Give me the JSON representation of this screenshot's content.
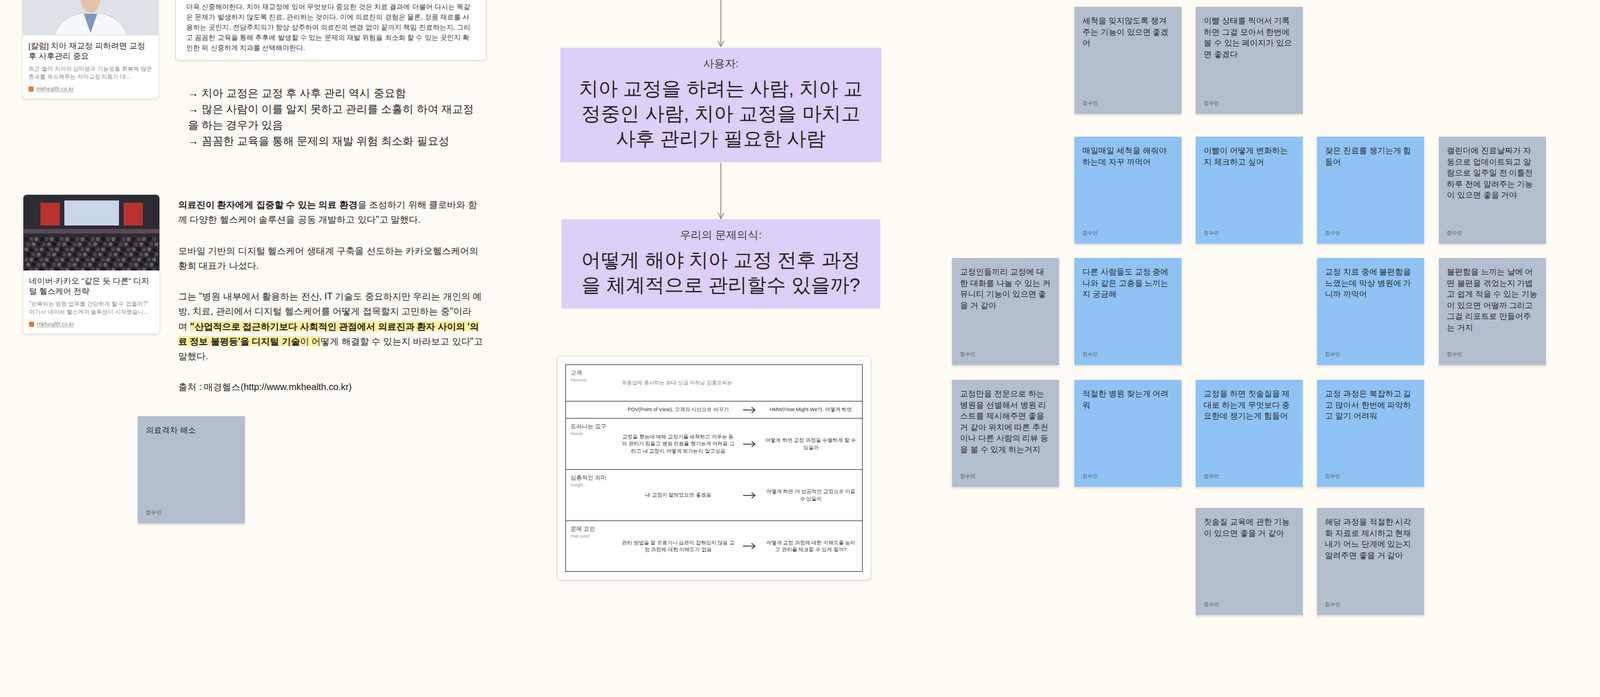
{
  "diagram": {
    "nodes": [
      {
        "text": [
          "[칼럼] 치아 재교정 피하려면 교정 후 사후관리 중요",
          "최근 들어 치아의 심미성과 기능성을 회복해 많은 효과를 유도해주는 치아교정 치료가 대...",
          "mkhealth.co.kr"
        ]
      },
      {
        "text": [
          "더욱 신중해야한다. 치아 재교정에 있어 무엇보다 중요한 것은 치료 결과에 더불어 다시는 똑같은 문제가 발생하지 않도록 진료, 관리하는 것이다. 이에 의료진의 경험은 물론, 정품 재료를 사용하는 곳인지, 전담주치의가 항상 상주하여 의료진의 변경 없이 끝까지 책임 진료하는지, 그리고 꼼꼼한 교육을 통해 추후에 발생할 수 있는 문제의 재발 위험을 최소화 할 수 있는 곳인지 확인한 뒤 신중하게 치과를 선택해야한다."
        ]
      },
      {
        "text": [
          "네이버-카카오 \"같은 듯 다른\" 디지털 헬스케어 전략",
          "\"반복되는 병원 업무를 간단하게 할 수 없을까?\" 여기서 네이버 헬스케어 솔루션이 시작됐습니...",
          "mkhealth.co.kr"
        ]
      },
      {
        "text": [
          "의료격차 해소",
          "정수민"
        ]
      },
      {
        "text": [
          "사용자:",
          "치아 교정을 하려는 사람, 치아 교정중인 사람, 치아 교정을 마치고 사후 관리가 필요한 사람"
        ]
      },
      {
        "text": [
          "우리의 문제의식:",
          "어떻게 해야 치아 교정 전후 과정을 체계적으로 관리할수 있을까?"
        ]
      },
      {
        "text": [
          "세척을 잊지않도록 챙겨주는 기능이 있으면 좋겠어",
          "정수민"
        ]
      },
      {
        "text": [
          "이빨 상태를 찍어서 기록하면 그걸 모아서 한번에 볼 수 있는 페이지가 있으면 좋겠다",
          "정수민"
        ]
      },
      {
        "text": [
          "매일매일 세척을 해줘야하는데 자꾸 까먹어",
          "정수민"
        ]
      },
      {
        "text": [
          "이빨이 어떻게 변화하는지 체크하고 싶어",
          "정수민"
        ]
      },
      {
        "text": [
          "잦은 진료를 챙기는게 힘들어",
          "정수민"
        ]
      },
      {
        "text": [
          "캘린더에 진료날짜가 자동으로 업데이트되고 알람으로 일주일 전 이틀전 하루 전에 알려주는 기능이 있으면 좋을 거야",
          "정수민"
        ]
      },
      {
        "text": [
          "교정인들끼리 교정에 대한 대화를 나눌 수 있는 커뮤니티 기능이 있으면 좋을 거 같아",
          "정수민"
        ]
      },
      {
        "text": [
          "다른 사람들도 교정 중에 나와 같은 고충을 느끼는지 궁금해",
          "정수민"
        ]
      },
      {
        "text": [
          "교정 치료 중에 불편함을 느꼈는데 막상 병원에 가니까 까먹어",
          "정수민"
        ]
      },
      {
        "text": [
          "불편함을 느끼는 날에 어떤 불편을 겪었는지 가볍고 쉽게 적을 수 있는 기능이 있으면 어떨까 그리고 그걸 리포트로 만들어주는 거지",
          "정수민"
        ]
      },
      {
        "text": [
          "교정만을 전문으로 하는 병원을 선별해서 병원 리스트를 제시해주면 좋을 거 같아 위치에 따른 추천이나 다른 사람의 리뷰 등을 볼 수 있게 하는거지",
          "정수민"
        ]
      },
      {
        "text": [
          "적절한 병원 찾는게 어려워",
          "정수민"
        ]
      },
      {
        "text": [
          "교정을 하면 칫솔질을 제대로 하는게 무엇보다 중요한데 챙기는게 힘들어",
          "정수민"
        ]
      },
      {
        "text": [
          "교정 과정은 복잡하고 길고 많아서 한번에 파악하고 알기 어려워",
          "정수민"
        ]
      },
      {
        "text": [
          "칫솔질 교육에 관한 기능이 있으면 좋을 거 같아",
          "정수민"
        ]
      },
      {
        "text": [
          "해당 과정을 적절한 시각화 자료로 제시하고 현재 내가 어느 단계에 있는지 알려주면 좋을 거 같아",
          "정수민"
        ]
      }
    ],
    "edges": [
      {
        "from": 4,
        "to": 5,
        "arrow": "to"
      }
    ],
    "labels": [
      "→ 치아 교정은 교정 후 사후 관리 역시 중요함",
      "→ 많은 사람이 이를 알지 못하고 관리를 소홀히 하여 재교정을 하는 경우가 있음",
      "→ 꼼꼼한 교육을 통해 문제의 재발 위험 최소화 필요성",
      "의료진이 환자에게 집중할 수 있는 의료 환경",
      "을 조성하기 위해 클로바와 함께 다양한 헬스케어 솔루션을 공동 개발하고 있다\"고 말했다.",
      "모바일 기반의 디지털 헬스케어 생태계 구축을 선도하는 카카오헬스케어의 황희 대표가 나섰다.",
      "그는 \"병원 내부에서 활용하는 전산, IT 기술도 중요하지만 우리는 개인의 예방, 치료, 관리에서 디지털 헬스케어를 어떻게 접목할지 고민하는 중\"이라며",
      "\"산업적으로 접근하기보다 사회적인 관점에서 의료진과 환자 사이의 '의료 정보 불평등'을 디지털 기술",
      "이 어",
      "떻게 해결할 수 있는지 바라보고 있다\"고 말했다.",
      "출처 : 매경헬스(http://www.mkhealth.co.kr)",
      "고객",
      "Persona",
      "유통업에 종사하는 30대 싱글 자취남 김홍모씨는",
      "POV(Point of View), 고객의 시선으로 바꾸기",
      "HMW(How Might We?), 어떻게 하면",
      "드러나는 요구",
      "Needs",
      "교정을 했는데 매해 교정기를 세척하고 끼우는 등의 관리가 힘들고 병원 진료를 챙기는게 어려움 그리고 내 교정이 어떻게 되가는지 알고싶음",
      "어떻게 하면 교정 과정을 수월하게 할 수 있을까",
      "심층적인 의미",
      "Insight",
      "내 교정이 잘되었으면 좋겠음",
      "어떻게 하면 더 성공적인 교정으로 이끌 수 있을까",
      "문제 요인",
      "Pain point",
      "관리 방법을 잘 모르거나 습관이 잡혀있지 않음 교정 과정에 대한 이해도가 없음",
      "어떻게 교정 과정에 대한 이해도를 높이고 관리를 체크할 수 있게 할까?"
    ]
  }
}
